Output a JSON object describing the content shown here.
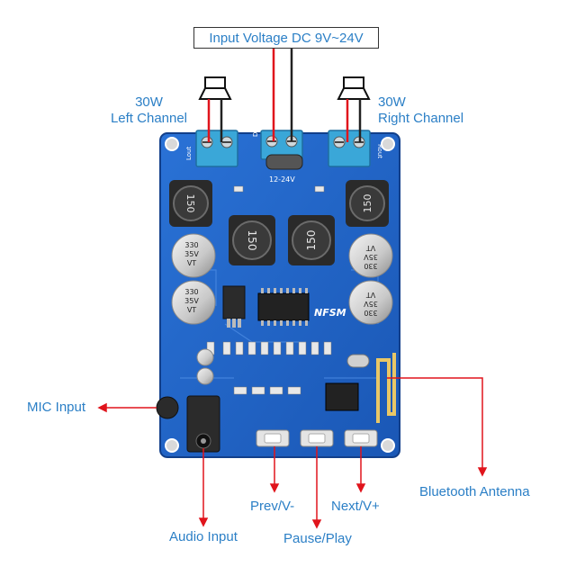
{
  "input_voltage": "Input Voltage DC 9V~24V",
  "left_channel": {
    "power": "30W",
    "name": "Left Channel"
  },
  "right_channel": {
    "power": "30W",
    "name": "Right Channel"
  },
  "callouts": {
    "mic_input": "MIC Input",
    "audio_input": "Audio Input",
    "prev": "Prev/V-",
    "pause_play": "Pause/Play",
    "next": "Next/V+",
    "bluetooth_antenna": "Bluetooth Antenna"
  },
  "board_markings": {
    "voltage": "12-24V",
    "logo": "NFSM",
    "inductor_values": [
      "150",
      "150",
      "150",
      "150"
    ],
    "capacitor_lines": [
      "330",
      "35V",
      "VT"
    ],
    "dc_label": "DC⊕",
    "lout_label": "Lout",
    "rout_label": "Rout"
  },
  "colors": {
    "label_blue": "#2b7fc6",
    "pcb_blue": "#1f63c9",
    "terminal_blue": "#3aa7d8",
    "wire_red": "#e0141c",
    "wire_black": "#222222"
  }
}
